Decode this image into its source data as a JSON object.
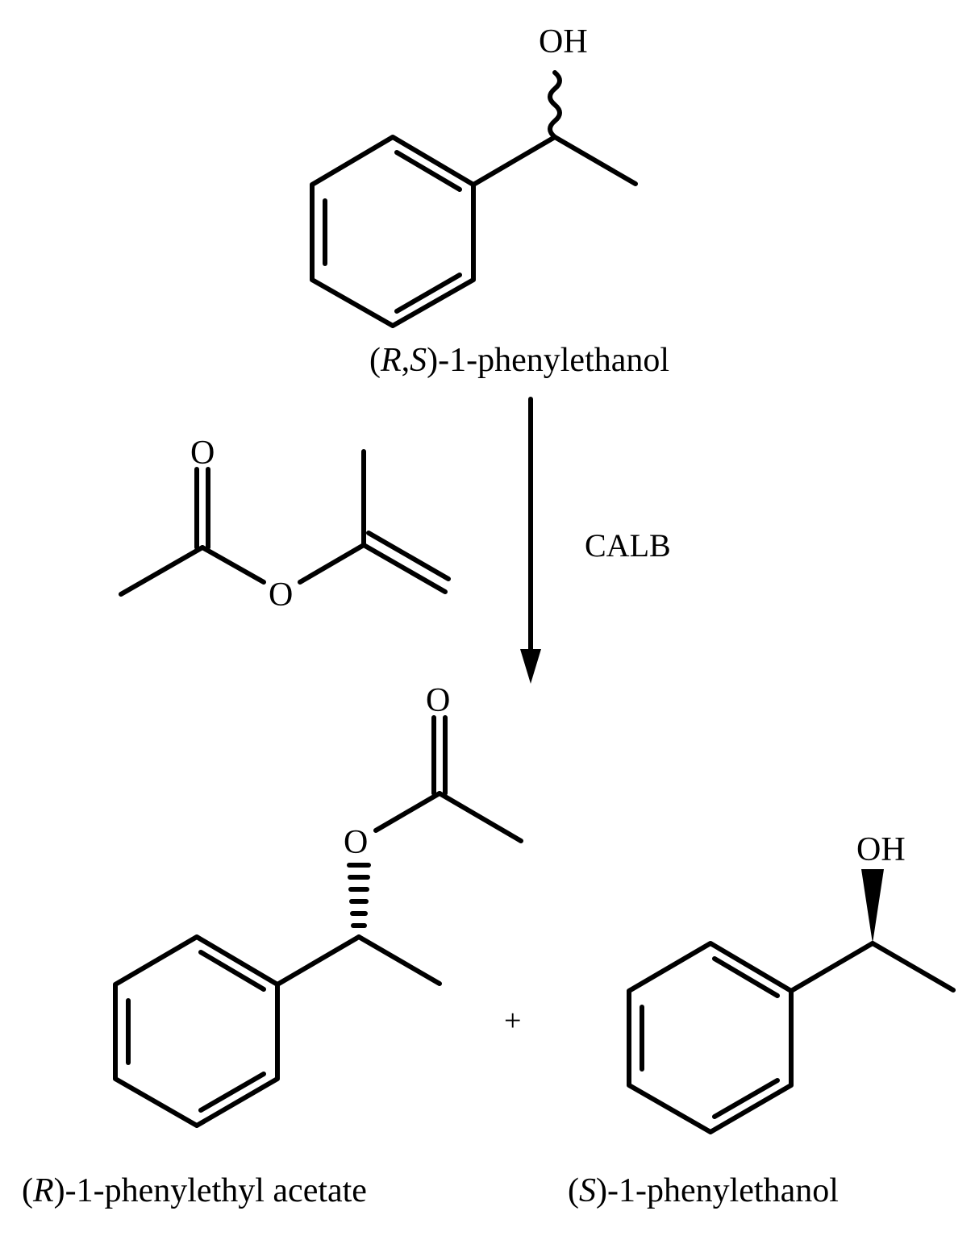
{
  "title": "",
  "reactant": {
    "name_prefix": "(",
    "name_stereo_1": "R",
    "name_comma": ",",
    "name_stereo_2": "S",
    "name_suffix": ")-1-phenylethanol",
    "hydroxyl_label": "OH"
  },
  "acyl_donor": {
    "carbonyl_oxygen_label": "O",
    "ester_oxygen_label": "O"
  },
  "catalyst": {
    "label": "CALB"
  },
  "product_ester": {
    "name_prefix": "(",
    "name_stereo": "R",
    "name_suffix": ")-1-phenylethyl acetate",
    "carbonyl_oxygen_label": "O",
    "ester_oxygen_label": "O"
  },
  "plus_sign": "+",
  "product_alcohol": {
    "name_prefix": "(",
    "name_stereo": "S",
    "name_suffix": ")-1-phenylethanol",
    "hydroxyl_label": "OH"
  },
  "colors": {
    "ink": "#000000",
    "background": "#ffffff"
  }
}
